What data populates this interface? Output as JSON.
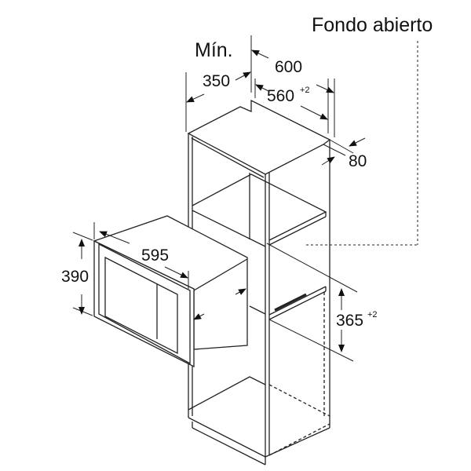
{
  "labels": {
    "open_back": "Fondo abierto",
    "min": "Mín.",
    "depth_600": "600",
    "depth_350": "350",
    "depth_560": "560",
    "depth_560_tol": "+2",
    "depth_80": "80",
    "width_595": "595",
    "height_390": "390",
    "height_365": "365",
    "height_365_tol": "+2"
  }
}
